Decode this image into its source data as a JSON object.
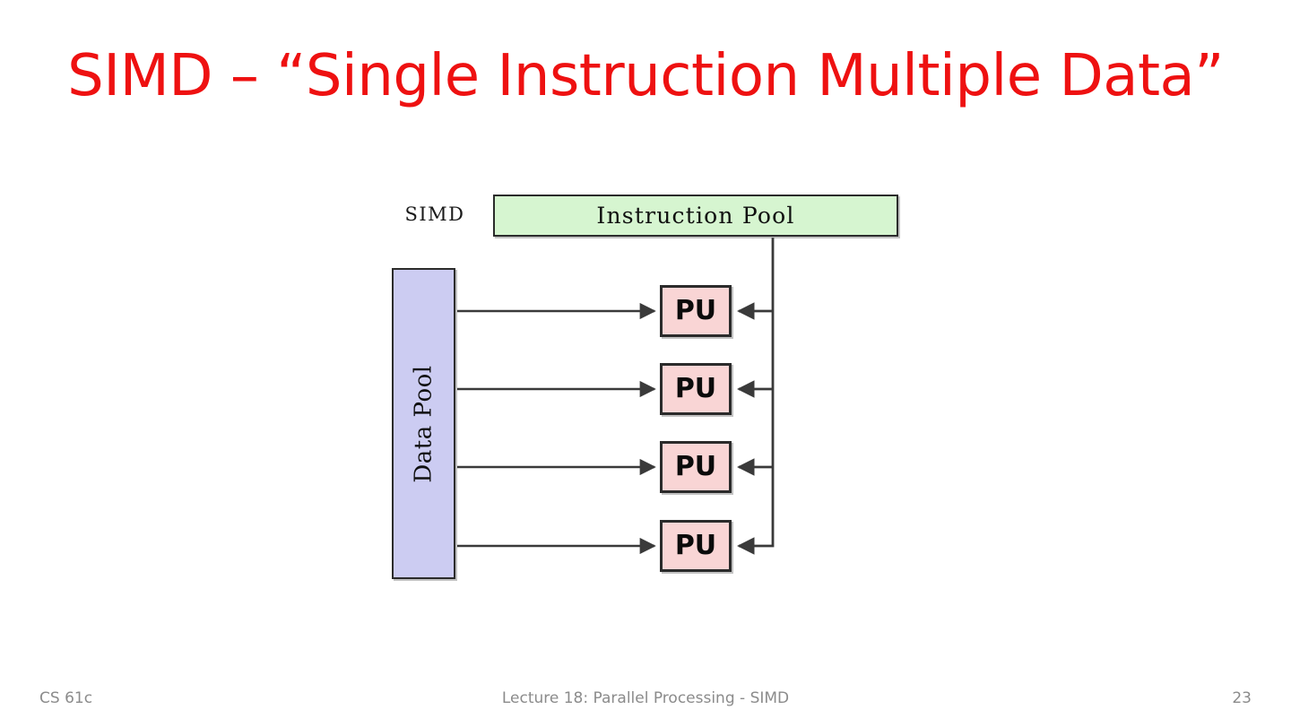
{
  "slide": {
    "title": "SIMD – “Single Instruction Multiple Data”",
    "title_color": "#ee1111",
    "background_color": "#ffffff"
  },
  "diagram": {
    "model_label": "SIMD",
    "instruction_pool": {
      "label": "Instruction Pool",
      "fill_color": "#d6f5d0",
      "border_color": "#2b2b2b"
    },
    "data_pool": {
      "label": "Data Pool",
      "fill_color": "#ccccf2",
      "border_color": "#2b2b2b",
      "orientation": "vertical-rotated-90"
    },
    "processing_units": [
      {
        "label": "PU"
      },
      {
        "label": "PU"
      },
      {
        "label": "PU"
      },
      {
        "label": "PU"
      }
    ],
    "processing_unit_style": {
      "fill_color": "#f9d5d5",
      "border_color": "#2b2b2b"
    },
    "connections": {
      "data_arrows_count": 4,
      "data_arrow_direction": "data-pool-to-pu",
      "instruction_bus_direction": "instruction-pool-to-pu",
      "line_color": "#3a3a3a"
    }
  },
  "footer": {
    "course": "CS 61c",
    "lecture": "Lecture 18: Parallel Processing - SIMD",
    "page_number": "23",
    "text_color": "#8b8b8b"
  }
}
